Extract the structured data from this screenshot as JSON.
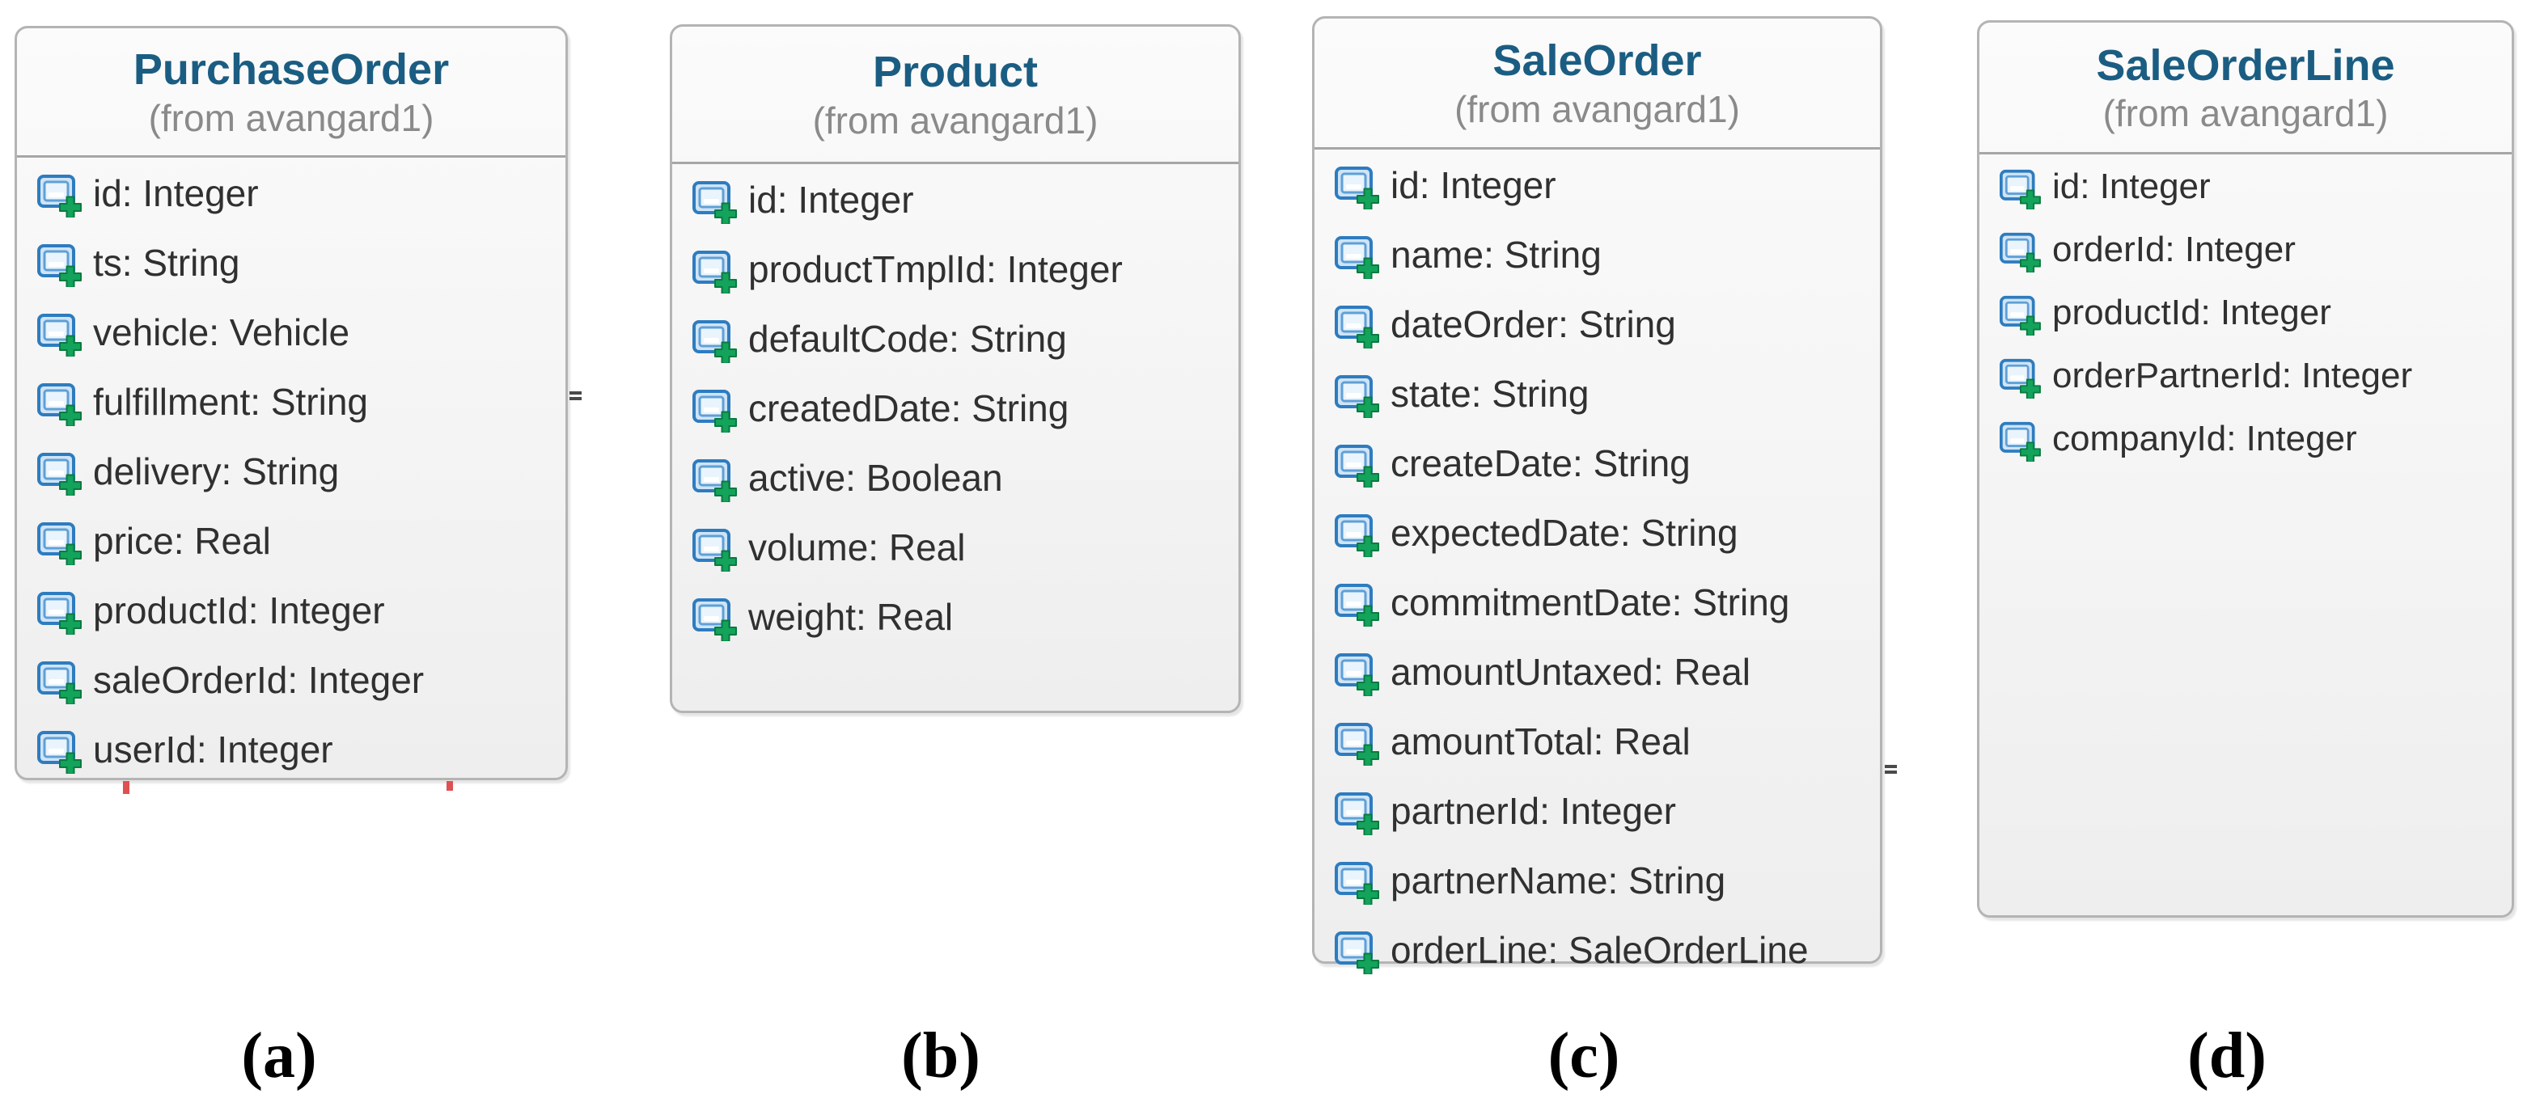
{
  "figure": {
    "classes": [
      {
        "title": "PurchaseOrder",
        "from": "(from avangard1)",
        "label": "(a)",
        "attributes": [
          "id: Integer",
          "ts: String",
          "vehicle: Vehicle",
          "fulfillment: String",
          "delivery: String",
          "price: Real",
          "productId: Integer",
          "saleOrderId: Integer",
          "userId: Integer"
        ]
      },
      {
        "title": "Product",
        "from": "(from avangard1)",
        "label": "(b)",
        "attributes": [
          "id: Integer",
          "productTmplId: Integer",
          "defaultCode: String",
          "createdDate: String",
          "active: Boolean",
          "volume: Real",
          "weight: Real"
        ]
      },
      {
        "title": "SaleOrder",
        "from": "(from avangard1)",
        "label": "(c)",
        "attributes": [
          "id: Integer",
          "name: String",
          "dateOrder: String",
          "state: String",
          "createDate: String",
          "expectedDate: String",
          "commitmentDate: String",
          "amountUntaxed: Real",
          "amountTotal: Real",
          "partnerId: Integer",
          "partnerName: String",
          "orderLine: SaleOrderLine"
        ]
      },
      {
        "title": "SaleOrderLine",
        "from": "(from avangard1)",
        "label": "(d)",
        "attributes": [
          "id: Integer",
          "orderId: Integer",
          "productId: Integer",
          "orderPartnerId: Integer",
          "companyId: Integer"
        ]
      }
    ],
    "colors": {
      "class_title": "#1b5d82",
      "package_label": "#8a8a8a",
      "attribute_text": "#303030",
      "box_border": "#b4b4b4",
      "icon_blue": "#2e7cbf",
      "icon_blue_fill": "#cfe4f7",
      "icon_green": "#13a35b",
      "error_marker_red": "#e05050"
    }
  }
}
